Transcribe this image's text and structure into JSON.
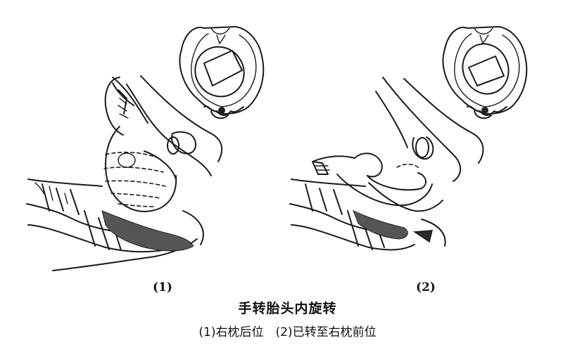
{
  "figure": {
    "panel_1_label": "(1)",
    "panel_2_label": "(2)",
    "title": "手转胎头内旋转",
    "caption": "(1)右枕后位　(2)已转至右枕前位"
  }
}
